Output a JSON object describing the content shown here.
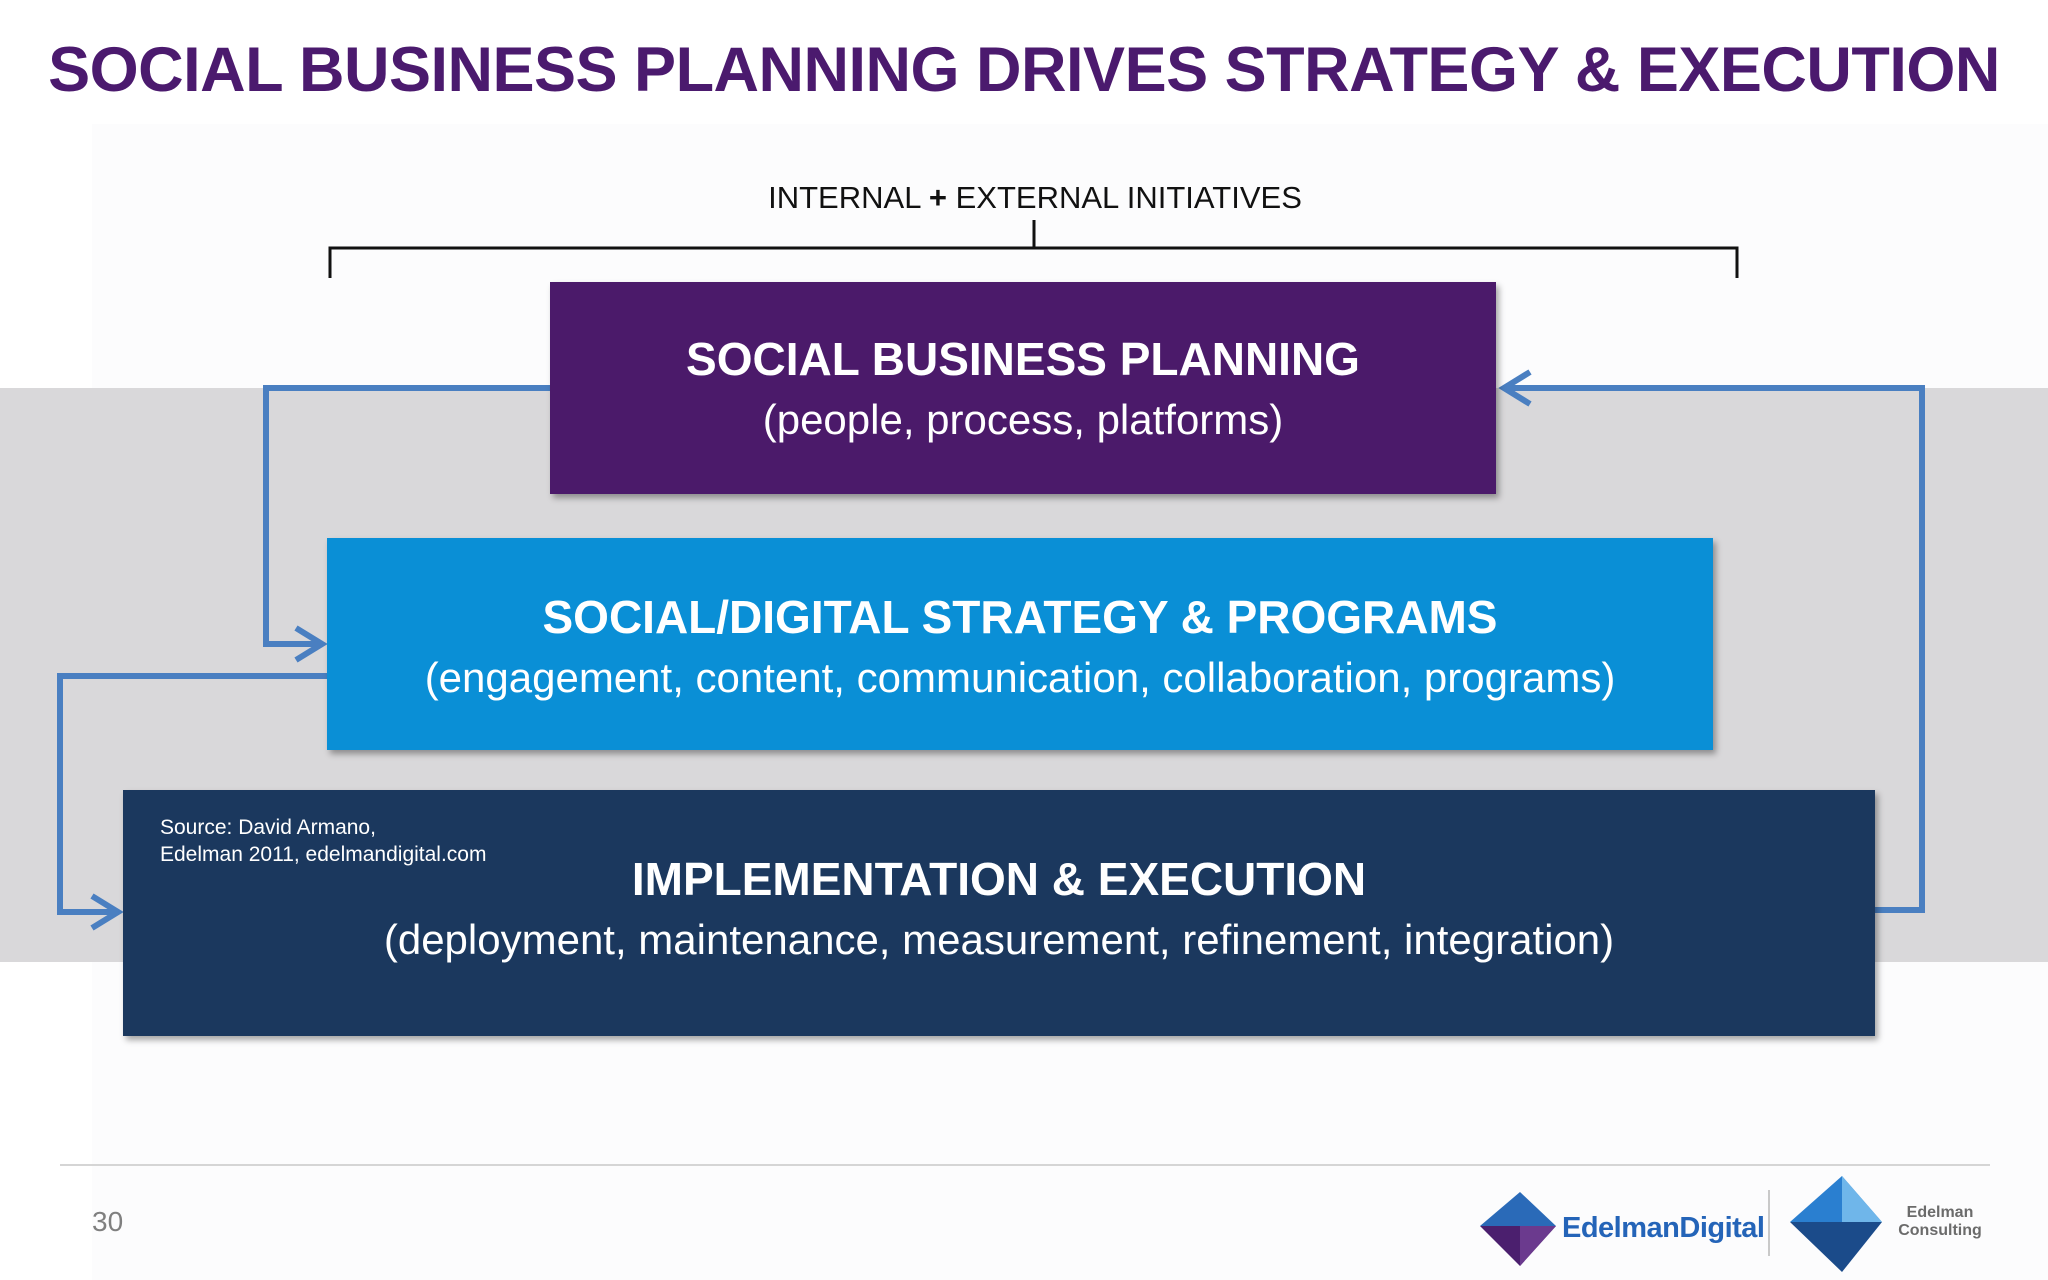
{
  "slide": {
    "title": "SOCIAL BUSINESS PLANNING DRIVES STRATEGY & EXECUTION",
    "page_number": "30"
  },
  "bracket": {
    "label_part1": "INTERNAL ",
    "label_plus": "+",
    "label_part2": " EXTERNAL INITIATIVES"
  },
  "boxes": {
    "planning": {
      "heading": "SOCIAL BUSINESS PLANNING",
      "subtitle": "(people, process, platforms)",
      "color": "#4b1a6a"
    },
    "strategy": {
      "heading": "SOCIAL/DIGITAL STRATEGY & PROGRAMS",
      "subtitle": "(engagement, content, communication, collaboration, programs)",
      "color": "#0a8fd6"
    },
    "implementation": {
      "heading": "IMPLEMENTATION & EXECUTION",
      "subtitle": "(deployment, maintenance, measurement, refinement, integration)",
      "color": "#1b385e"
    }
  },
  "source": {
    "line1": "Source: David Armano,",
    "line2": "Edelman 2011, edelmandigital.com"
  },
  "logos": {
    "edelman_digital": "EdelmanDigital",
    "edelman_consulting_line1": "Edelman",
    "edelman_consulting_line2": "Consulting"
  },
  "colors": {
    "title": "#4b1a6e",
    "arrow": "#4a7fc1"
  }
}
